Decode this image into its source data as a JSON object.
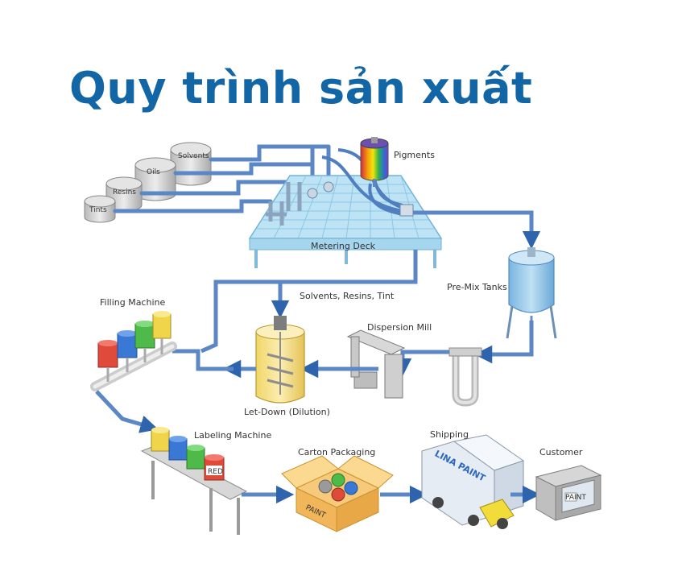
{
  "title": "Quy trình sản xuất",
  "tanks": {
    "solvents": "Solvents",
    "oils": "Oils",
    "resins": "Resins",
    "tints": "Tints"
  },
  "labels": {
    "pigments": "Pigments",
    "metering_deck": "Metering Deck",
    "premix_tanks": "Pre-Mix Tanks",
    "solvents_resins_tint": "Solvents, Resins, Tint",
    "filling_machine": "Filling Machine",
    "dispersion_mill": "Dispersion Mill",
    "let_down": "Let-Down (Dilution)",
    "labeling_machine": "Labeling Machine",
    "carton_packaging": "Carton Packaging",
    "shipping": "Shipping",
    "customer": "Customer"
  },
  "markings": {
    "truck": "LINA PAINT",
    "carton": "PAINT",
    "can": "RED",
    "store": "PAINT"
  },
  "colors": {
    "title": "#1366a6",
    "pipe": "#5b87c6",
    "pipe_dark": "#3b6aa8",
    "deck": "#9fd0ea",
    "arrow": "#2e64ad"
  }
}
